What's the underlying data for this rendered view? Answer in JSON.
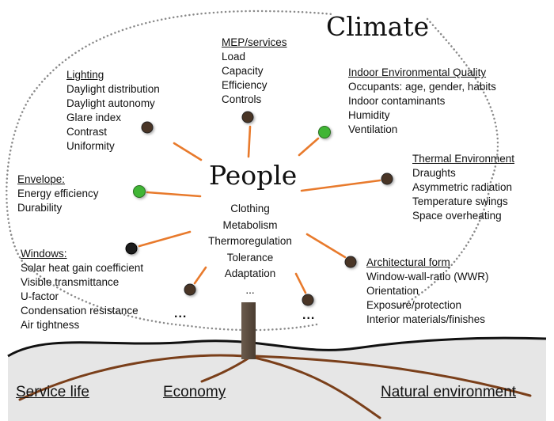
{
  "title": "Climate",
  "center": {
    "title": "People",
    "items": [
      "Clothing",
      "Metabolism",
      "Thermoregulation",
      "Tolerance",
      "Adaptation",
      "..."
    ]
  },
  "groups": {
    "mep": {
      "heading": "MEP/services",
      "items": [
        "Load",
        "Capacity",
        "Efficiency",
        "Controls"
      ]
    },
    "lighting": {
      "heading": "Lighting",
      "items": [
        "Daylight distribution",
        "Daylight autonomy",
        "Glare index",
        "Contrast",
        "Uniformity"
      ]
    },
    "ieq": {
      "heading": "Indoor Environmental Quality",
      "items": [
        "Occupants: age, gender, habits",
        "Indoor contaminants",
        "Humidity",
        "Ventilation"
      ]
    },
    "envelope": {
      "heading": "Envelope:",
      "items": [
        "Energy efficiency",
        "Durability"
      ]
    },
    "thermal": {
      "heading": "Thermal Environment",
      "items": [
        "Draughts",
        "Asymmetric radiation",
        "Temperature swings",
        "Space overheating"
      ]
    },
    "windows": {
      "heading": "Windows:",
      "items": [
        "Solar heat gain coefficient",
        "Visible transmittance",
        "U-factor",
        "Condensation resistance",
        "Air tightness"
      ]
    },
    "arch": {
      "heading": "Architectural form",
      "items": [
        "Window-wall-ratio (WWR)",
        "Orientation",
        "Exposure/protection",
        "Interior materials/finishes"
      ]
    }
  },
  "ellipsis_left": "...",
  "ellipsis_right": "...",
  "ground": {
    "left": "Service life",
    "middle": "Economy",
    "right": "Natural environment"
  },
  "colors": {
    "branch": "#e87a2c",
    "bud_brown": "#4a3426",
    "bud_green": "#3fb534",
    "bud_black": "#1b1b1b",
    "trunk": "#5a4a3c",
    "root": "#7a3f1a",
    "ground": "#e6e6e6",
    "dots": "#8a8a8a"
  }
}
